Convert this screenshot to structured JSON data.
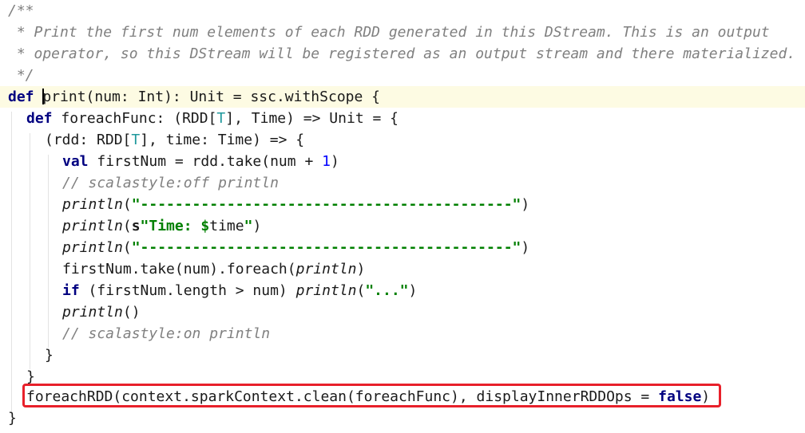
{
  "colors": {
    "keyword": "#000080",
    "comment": "#808080",
    "string": "#008000",
    "number": "#0000ff",
    "type_param": "#20999d",
    "highlight_box": "#e8202a",
    "current_line": "#fdfbe3"
  },
  "code": {
    "l1": {
      "comment": "/**"
    },
    "l2": {
      "comment": " * Print the first num elements of each RDD generated in this DStream. This is an output"
    },
    "l3": {
      "comment": " * operator, so this DStream will be registered as an output stream and there materialized."
    },
    "l4": {
      "comment": " */"
    },
    "l5": {
      "kw": "def",
      "sp": " ",
      "p_pre": "p",
      "p_post": "rint(num: Int): Unit = ssc.withScope {"
    },
    "l6": {
      "kw": "def",
      "sig_a": " foreachFunc: (RDD[",
      "tp": "T",
      "sig_b": "], Time) => Unit = {"
    },
    "l7": {
      "a": "(rdd: RDD[",
      "tp": "T",
      "b": "], time: Time) => {"
    },
    "l8": {
      "kw": "val",
      "a": " firstNum = rdd.take(num + ",
      "num": "1",
      "b": ")"
    },
    "l9": {
      "comment": "// scalastyle:off println"
    },
    "l10": {
      "fn": "println",
      "open": "(",
      "str": "\"-------------------------------------------\"",
      "close": ")"
    },
    "l11": {
      "fn": "println",
      "open": "(",
      "s": "s",
      "str_a": "\"Time: ",
      "dollar": "$",
      "var": "time",
      "str_b": "\"",
      "close": ")"
    },
    "l12": {
      "fn": "println",
      "open": "(",
      "str": "\"-------------------------------------------\"",
      "close": ")"
    },
    "l13": {
      "a": "firstNum.take(num).foreach(",
      "fn": "println",
      "b": ")"
    },
    "l14": {
      "kw": "if",
      "a": " (firstNum.length > num) ",
      "fn": "println",
      "open": "(",
      "str": "\"...\"",
      "close": ")"
    },
    "l15": {
      "fn": "println",
      "rest": "()"
    },
    "l16": {
      "comment": "// scalastyle:on println"
    },
    "l17": {
      "text": "}"
    },
    "l18": {
      "text": "}"
    },
    "l19": {
      "a": "foreachRDD(context.sparkContext.clean(foreachFunc), displayInnerRDDOps = ",
      "kw": "false",
      "b": ")"
    },
    "l20": {
      "text": "}"
    }
  }
}
